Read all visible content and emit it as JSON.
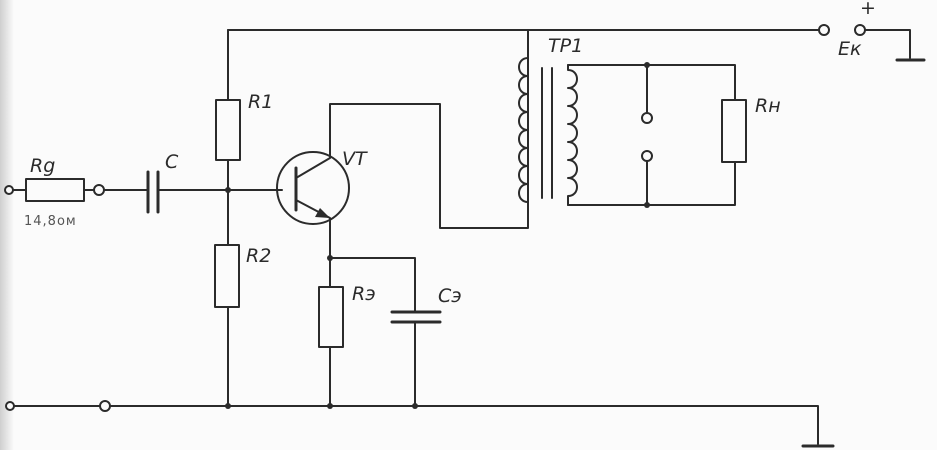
{
  "labels": {
    "rg": "Rg",
    "rg_value": "14,8ом",
    "c": "C",
    "r1": "R1",
    "r2": "R2",
    "vt": "VT",
    "re": "Rэ",
    "ce": "Cэ",
    "tr": "ТР1",
    "rn": "Rн",
    "ek": "Eк",
    "plus": "+"
  }
}
